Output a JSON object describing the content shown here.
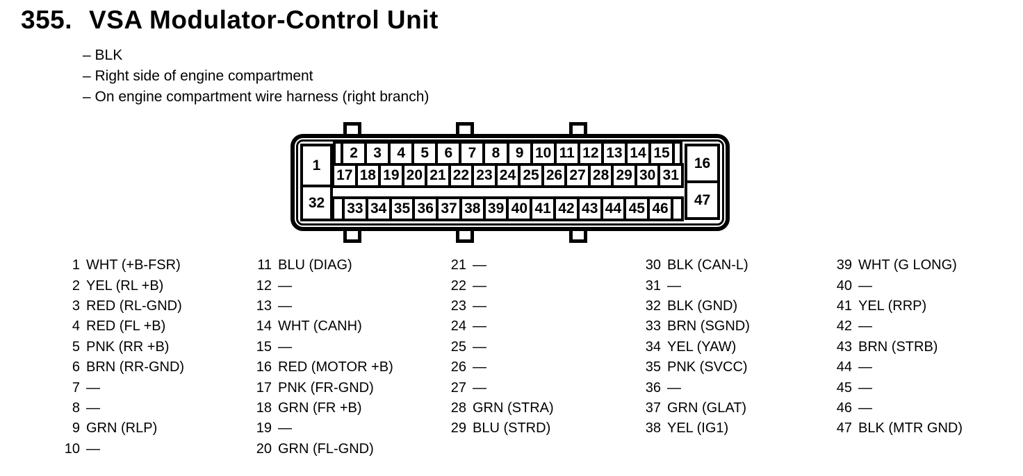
{
  "page": {
    "title_number": "355.",
    "title": "VSA Modulator-Control Unit",
    "notes": [
      "– BLK",
      "– Right side of engine compartment",
      "– On engine compartment wire harness (right branch)"
    ]
  },
  "colors": {
    "ink": "#000000",
    "paper": "#ffffff"
  },
  "connector": {
    "corner_pins": {
      "p1": "1",
      "p16": "16",
      "p32": "32",
      "p47": "47"
    },
    "row_top": [
      "2",
      "3",
      "4",
      "5",
      "6",
      "7",
      "8",
      "9",
      "10",
      "11",
      "12",
      "13",
      "14",
      "15"
    ],
    "row_middle": [
      "17",
      "18",
      "19",
      "20",
      "21",
      "22",
      "23",
      "24",
      "25",
      "26",
      "27",
      "28",
      "29",
      "30",
      "31"
    ],
    "row_bottom": [
      "33",
      "34",
      "35",
      "36",
      "37",
      "38",
      "39",
      "40",
      "41",
      "42",
      "43",
      "44",
      "45",
      "46"
    ]
  },
  "pinout": {
    "columns": [
      {
        "pins": [
          {
            "num": "1",
            "label": "WHT (+B-FSR)"
          },
          {
            "num": "2",
            "label": "YEL (RL +B)"
          },
          {
            "num": "3",
            "label": "RED (RL-GND)"
          },
          {
            "num": "4",
            "label": "RED (FL +B)"
          },
          {
            "num": "5",
            "label": "PNK (RR +B)"
          },
          {
            "num": "6",
            "label": "BRN (RR-GND)"
          },
          {
            "num": "7",
            "label": "—"
          },
          {
            "num": "8",
            "label": "—"
          },
          {
            "num": "9",
            "label": "GRN (RLP)"
          },
          {
            "num": "10",
            "label": "—"
          }
        ]
      },
      {
        "pins": [
          {
            "num": "11",
            "label": "BLU (DIAG)"
          },
          {
            "num": "12",
            "label": "—"
          },
          {
            "num": "13",
            "label": "—"
          },
          {
            "num": "14",
            "label": "WHT (CANH)"
          },
          {
            "num": "15",
            "label": "—"
          },
          {
            "num": "16",
            "label": "RED (MOTOR +B)"
          },
          {
            "num": "17",
            "label": "PNK (FR-GND)"
          },
          {
            "num": "18",
            "label": "GRN (FR +B)"
          },
          {
            "num": "19",
            "label": "—"
          },
          {
            "num": "20",
            "label": "GRN (FL-GND)"
          }
        ]
      },
      {
        "pins": [
          {
            "num": "21",
            "label": "—"
          },
          {
            "num": "22",
            "label": "—"
          },
          {
            "num": "23",
            "label": "—"
          },
          {
            "num": "24",
            "label": "—"
          },
          {
            "num": "25",
            "label": "—"
          },
          {
            "num": "26",
            "label": "—"
          },
          {
            "num": "27",
            "label": "—"
          },
          {
            "num": "28",
            "label": "GRN (STRA)"
          },
          {
            "num": "29",
            "label": "BLU (STRD)"
          }
        ]
      },
      {
        "pins": [
          {
            "num": "30",
            "label": "BLK (CAN-L)"
          },
          {
            "num": "31",
            "label": "—"
          },
          {
            "num": "32",
            "label": "BLK (GND)"
          },
          {
            "num": "33",
            "label": "BRN (SGND)"
          },
          {
            "num": "34",
            "label": "YEL (YAW)"
          },
          {
            "num": "35",
            "label": "PNK (SVCC)"
          },
          {
            "num": "36",
            "label": "—"
          },
          {
            "num": "37",
            "label": "GRN (GLAT)"
          },
          {
            "num": "38",
            "label": "YEL (IG1)"
          }
        ]
      },
      {
        "pins": [
          {
            "num": "39",
            "label": "WHT (G LONG)"
          },
          {
            "num": "40",
            "label": "—"
          },
          {
            "num": "41",
            "label": "YEL (RRP)"
          },
          {
            "num": "42",
            "label": "—"
          },
          {
            "num": "43",
            "label": "BRN (STRB)"
          },
          {
            "num": "44",
            "label": "—"
          },
          {
            "num": "45",
            "label": "—"
          },
          {
            "num": "46",
            "label": "—"
          },
          {
            "num": "47",
            "label": "BLK (MTR GND)"
          }
        ]
      }
    ]
  }
}
